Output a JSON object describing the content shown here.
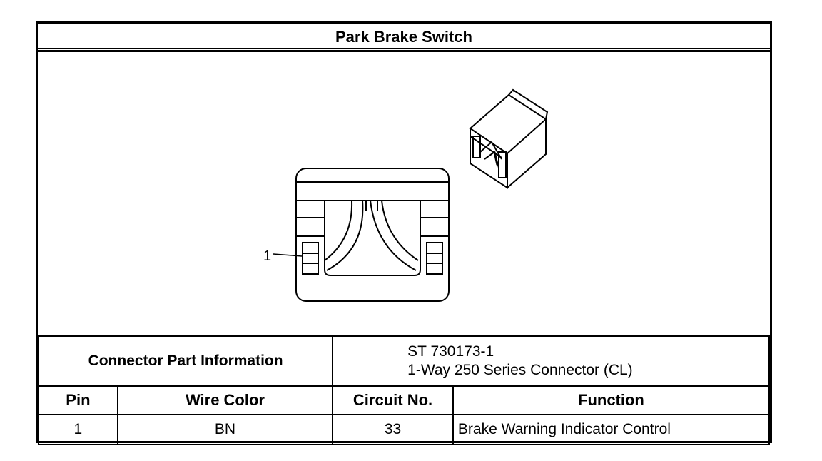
{
  "title": "Park Brake Switch",
  "drawing": {
    "pin_callout": "1"
  },
  "connector": {
    "label": "Connector Part Information",
    "part_number": "ST 730173-1",
    "description": "1-Way 250 Series Connector (CL)"
  },
  "table": {
    "headers": [
      "Pin",
      "Wire Color",
      "Circuit No.",
      "Function"
    ],
    "rows": [
      {
        "pin": "1",
        "wire_color": "BN",
        "circuit": "33",
        "function": "Brake Warning Indicator Control"
      }
    ]
  }
}
